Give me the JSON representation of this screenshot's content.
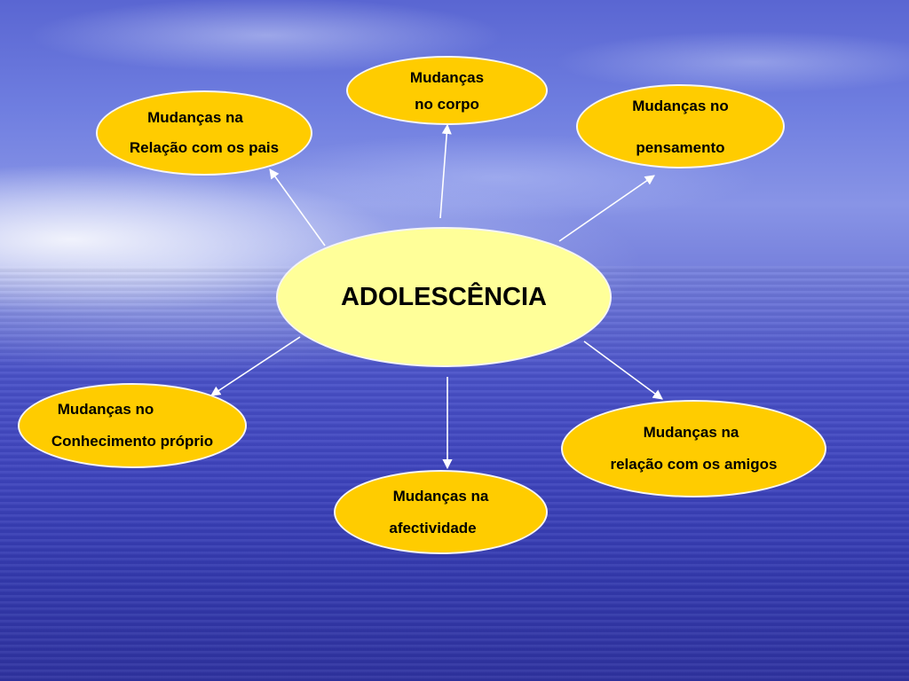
{
  "diagram": {
    "center": {
      "label": "ADOLESCÊNCIA"
    },
    "nodes": [
      {
        "id": "corpo",
        "lines": [
          "Mudanças",
          "no corpo"
        ]
      },
      {
        "id": "pais",
        "lines": [
          "Mudanças na",
          "Relação com os pais"
        ]
      },
      {
        "id": "pensamento",
        "lines": [
          "Mudanças no",
          "pensamento"
        ]
      },
      {
        "id": "conhecimento",
        "lines": [
          "Mudanças no",
          "Conhecimento próprio"
        ]
      },
      {
        "id": "amigos",
        "lines": [
          "Mudanças na",
          "relação com os amigos"
        ]
      },
      {
        "id": "afectividade",
        "lines": [
          "Mudanças na",
          "afectividade"
        ]
      }
    ],
    "colors": {
      "center_fill": "#ffff99",
      "node_fill": "#ffcc00",
      "arrow": "#ffffff"
    }
  }
}
